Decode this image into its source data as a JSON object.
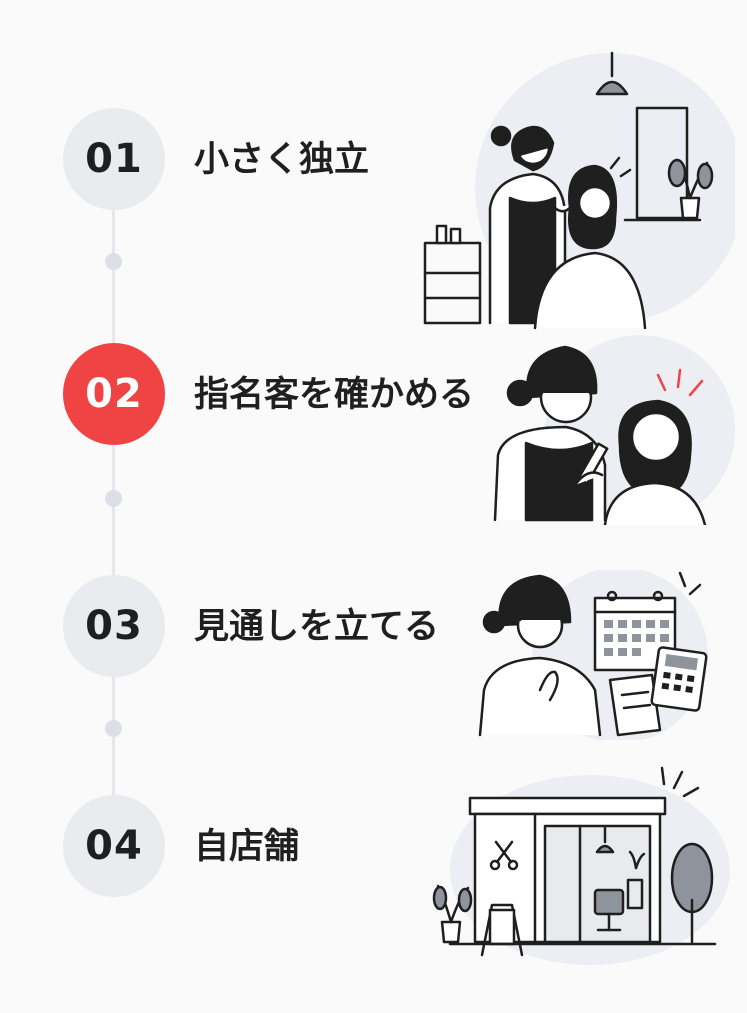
{
  "steps": [
    {
      "number": "01",
      "title": "小さく独立",
      "illustration": "stylist-combing-hair-illustration"
    },
    {
      "number": "02",
      "title": "指名客を確かめる",
      "illustration": "stylist-with-happy-client-illustration"
    },
    {
      "number": "03",
      "title": "見通しを立てる",
      "illustration": "planning-calendar-calculator-illustration"
    },
    {
      "number": "04",
      "title": "自店舗",
      "illustration": "own-salon-storefront-illustration"
    }
  ],
  "colors": {
    "accent": "#f04444",
    "circle": "#eaebef",
    "text": "#1f1f1f",
    "line": "#e6e8ee"
  }
}
